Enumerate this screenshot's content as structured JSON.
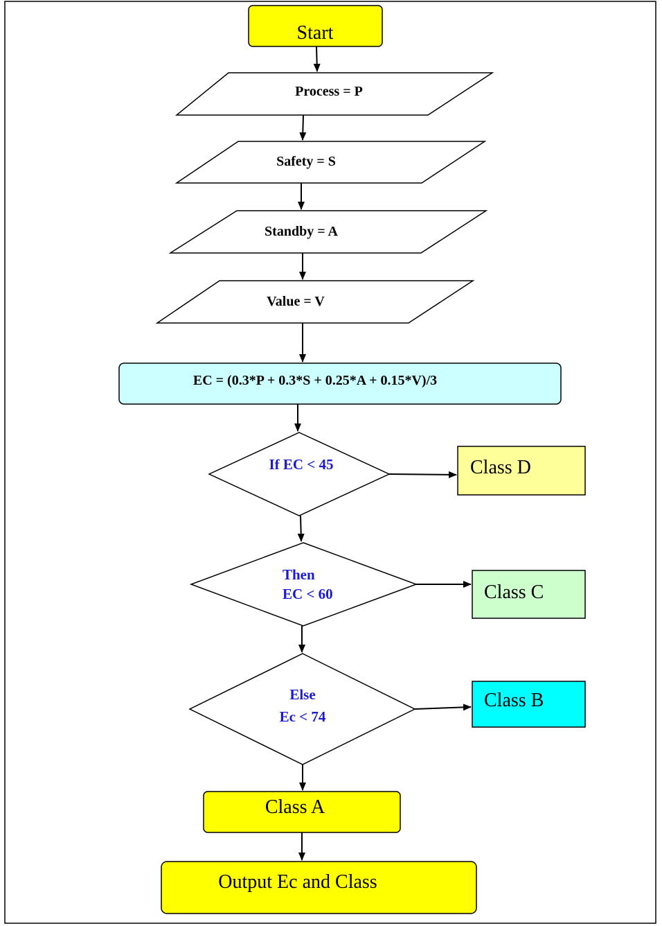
{
  "nodes": {
    "start": "Start",
    "process": "Process = P",
    "safety": "Safety = S",
    "standby": "Standby = A",
    "value": "Value = V",
    "formula": "EC = (0.3*P + 0.3*S + 0.25*A + 0.15*V)/3",
    "decision1": "If EC < 45",
    "decision2_line1": "Then",
    "decision2_line2": "EC < 60",
    "decision3_line1": "Else",
    "decision3_line2": "Ec < 74",
    "class_d": "Class D",
    "class_c": "Class C",
    "class_b": "Class B",
    "class_a": "Class A",
    "output": "Output Ec and Class"
  },
  "colors": {
    "start_fill": "#ffff00",
    "formula_fill": "#ccffff",
    "class_d_fill": "#ffff99",
    "class_c_fill": "#ccffcc",
    "class_b_fill": "#00ffff",
    "class_a_fill": "#ffff00",
    "output_fill": "#ffff00",
    "decision_text": "#1a1ad6"
  }
}
